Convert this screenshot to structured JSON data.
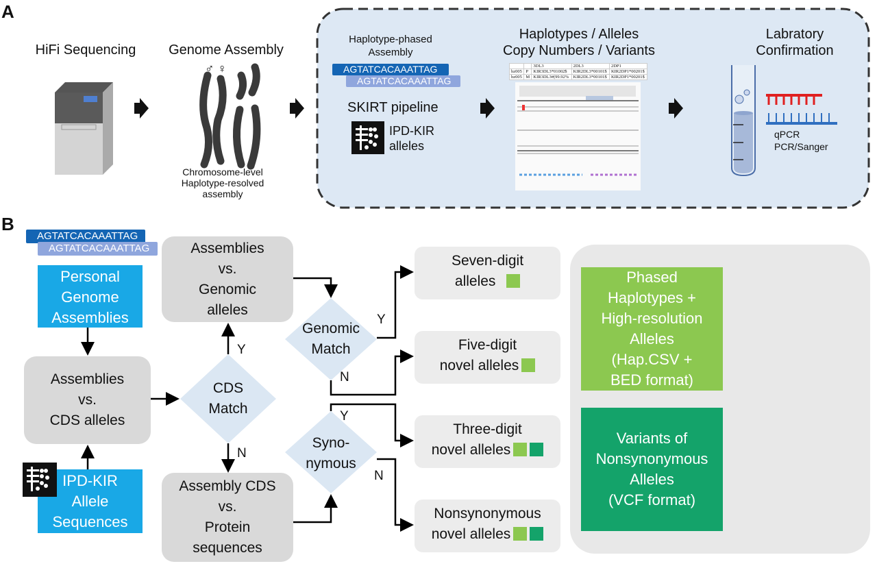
{
  "panel_a": {
    "letter": "A",
    "step1": "HiFi Sequencing",
    "step2": "Genome Assembly",
    "step2_caption": [
      "Chromosome-level",
      "Haplotype-resolved",
      "assembly"
    ],
    "sex_symbols": "♂ ♀",
    "phased_title": [
      "Haplotype-phased",
      "Assembly"
    ],
    "dna_seq": "AGTATCACAAATTAG",
    "pipeline": "SKIRT pipeline",
    "ipd_label": [
      "IPD-KIR",
      "alleles"
    ],
    "results_title": [
      "Haplotypes / Alleles",
      "Copy Numbers / Variants"
    ],
    "table": {
      "headers": [
        "",
        "",
        "3DL3",
        "2DL3",
        "2DP1"
      ],
      "rows": [
        [
          "hz005",
          "P",
          "KIR3DL3*01002$",
          "KIR2DL3*00101$",
          "KIR2DP1*00201$"
        ],
        [
          "hz005",
          "M",
          "KIR3DL3#(99.92%",
          "KIR2DL3*00101$",
          "KIR2DP1*00201$"
        ]
      ]
    },
    "lab_title": [
      "Labratory",
      "Confirmation"
    ],
    "lab_methods": [
      "qPCR",
      "PCR/Sanger"
    ]
  },
  "panel_b": {
    "letter": "B",
    "dna_seq": "AGTATCACAAATTAG",
    "personal": [
      "Personal",
      "Genome",
      "Assemblies"
    ],
    "ipd": [
      "IPD-KIR",
      "Allele",
      "Sequences"
    ],
    "cds_box": [
      "Assemblies",
      "vs.",
      "CDS alleles"
    ],
    "genomic_box": [
      "Assemblies",
      "vs.",
      "Genomic",
      "alleles"
    ],
    "protein_box": [
      "Assembly CDS",
      "vs.",
      "Protein",
      "sequences"
    ],
    "cds_match": [
      "CDS",
      "Match"
    ],
    "genomic_match": [
      "Genomic",
      "Match"
    ],
    "synonymous": [
      "Syno-",
      "nymous"
    ],
    "yes": "Y",
    "no": "N",
    "results": [
      [
        "Seven-digit",
        "alleles"
      ],
      [
        "Five-digit",
        "novel alleles"
      ],
      [
        "Three-digit",
        "novel alleles"
      ],
      [
        "Nonsynonymous",
        "novel alleles"
      ]
    ],
    "output1": [
      "Phased",
      "Haplotypes +",
      "High-resolution",
      "Alleles",
      "(Hap.CSV +",
      "BED format)"
    ],
    "output2": [
      "Variants of",
      "Nonsynonymous",
      "Alleles",
      "(VCF format)"
    ]
  },
  "colors": {
    "light_green": "#8cc850",
    "dark_green": "#14a36a",
    "blue": "#19a8e6",
    "gray": "#d9d9d9",
    "panel_bg": "#dde8f4"
  }
}
